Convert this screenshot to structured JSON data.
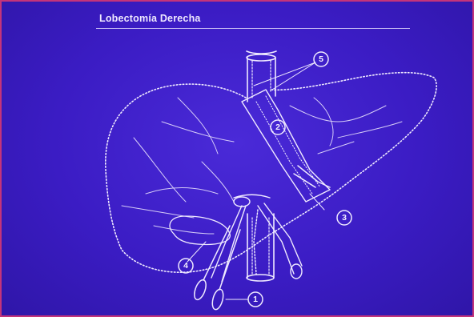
{
  "title": "Lobectomía Derecha",
  "colors": {
    "background": "#3b1cc4",
    "border": "#c4347a",
    "line": "#efe9ff"
  },
  "callouts": [
    "5",
    "2",
    "3",
    "4",
    "1"
  ]
}
